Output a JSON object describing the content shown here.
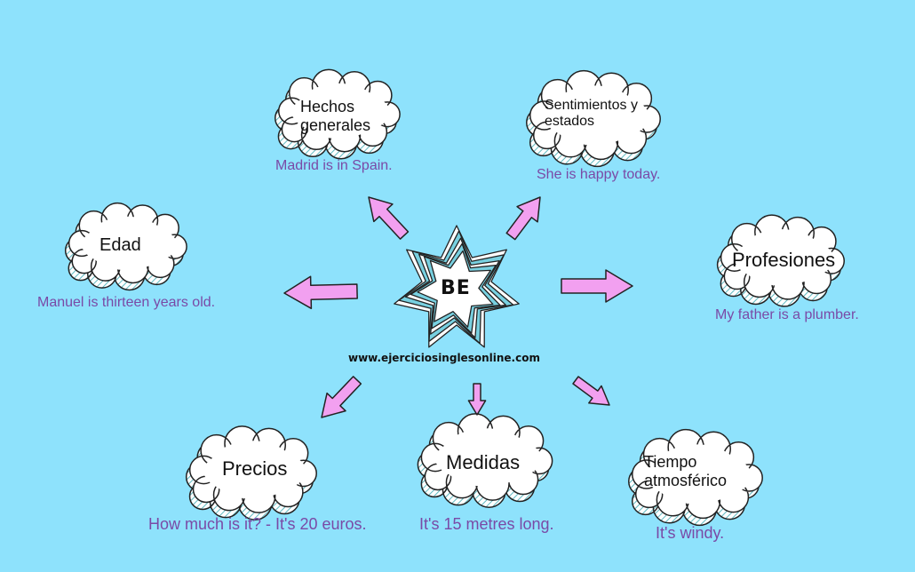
{
  "center": {
    "word": "BE",
    "website": "www.ejerciciosinglesonline.com"
  },
  "nodes": [
    {
      "id": "hechos",
      "label": "Hechos\ngenerales",
      "example": "Madrid is in Spain."
    },
    {
      "id": "sentimientos",
      "label": "Sentimientos y\nestados",
      "example": "She is happy today."
    },
    {
      "id": "edad",
      "label": "Edad",
      "example": "Manuel is thirteen years old."
    },
    {
      "id": "profesiones",
      "label": "Profesiones",
      "example": "My father is a plumber."
    },
    {
      "id": "precios",
      "label": "Precios",
      "example": "How much is it? - It's 20 euros."
    },
    {
      "id": "medidas",
      "label": "Medidas",
      "example": "It's 15 metres long."
    },
    {
      "id": "tiempo",
      "label": "Tiempo\natmosférico",
      "example": "It's windy."
    }
  ],
  "colors": {
    "background": "#8ee2fc",
    "arrow": "#f2a0f0",
    "example_text": "#7a4aa6",
    "cloud_fill": "#ffffff",
    "cloud_shadow": "#7fd3d3",
    "star_stripe": "#78d0e0"
  }
}
